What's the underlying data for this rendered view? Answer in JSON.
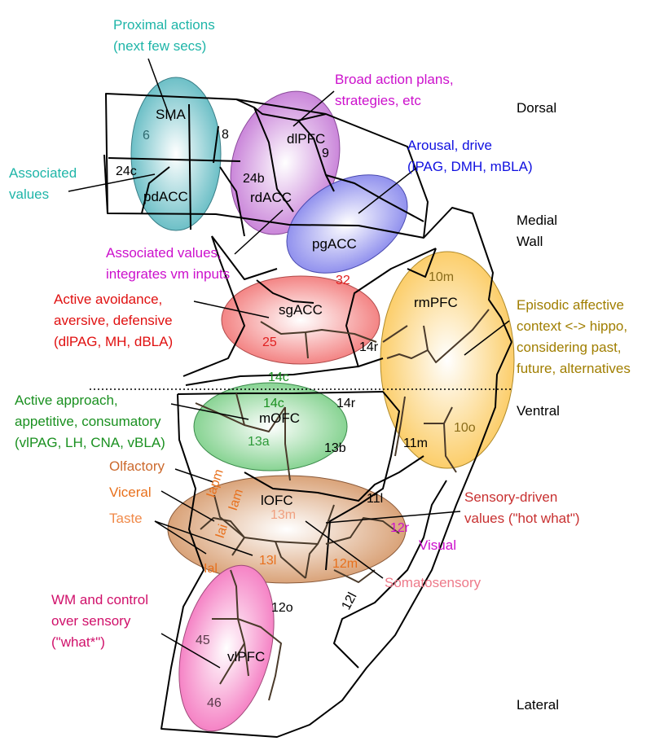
{
  "orientation": {
    "dorsal": "Dorsal",
    "medial_1": "Medial",
    "medial_2": "Wall",
    "ventral": "Ventral",
    "lateral": "Lateral"
  },
  "regions": {
    "sma": "SMA",
    "pdacc": "pdACC",
    "dlpfc": "dlPFC",
    "rdacc": "rdACC",
    "pgacc": "pgACC",
    "sgacc": "sgACC",
    "rmpfc": "rmPFC",
    "mofc": "mOFC",
    "lofc": "lOFC",
    "vlpfc": "vlPFC"
  },
  "areas": {
    "a6": "6",
    "a8": "8",
    "a24c": "24c",
    "a9": "9",
    "a24b": "24b",
    "a32": "32",
    "a10m": "10m",
    "a25": "25",
    "a14r_med": "14r",
    "a14c_med": "14c",
    "a14c_ven": "14c",
    "a14r_ven": "14r",
    "a13a": "13a",
    "a13b": "13b",
    "a11m": "11m",
    "a10o": "10o",
    "lapm": "Iapm",
    "lam": "Iam",
    "lai": "Iai",
    "a13m": "13m",
    "a11l": "11l",
    "a12r": "12r",
    "a13l": "13l",
    "a12m": "12m",
    "lal": "Ial",
    "a12o": "12o",
    "a12l": "12l",
    "a45": "45",
    "a46": "46"
  },
  "labels": {
    "proximal_1": "Proximal actions",
    "proximal_2": "(next few secs)",
    "assoc_1": "Associated",
    "assoc_2": "values",
    "broad_1": "Broad action plans,",
    "broad_2": "strategies, etc",
    "arousal_1": "Arousal, drive",
    "arousal_2": "(lPAG, DMH, mBLA)",
    "assoc_vm_1": "Associated values,",
    "assoc_vm_2": "integrates vm inputs",
    "avoid_1": "Active avoidance,",
    "avoid_2": "aversive, defensive",
    "avoid_3": "(dlPAG, MH, dBLA)",
    "episodic_1": "Episodic affective",
    "episodic_2": "context <-> hippo,",
    "episodic_3": "considering past,",
    "episodic_4": "future, alternatives",
    "approach_1": "Active approach,",
    "approach_2": "appetitive, consumatory",
    "approach_3": "(vlPAG, LH, CNA, vBLA)",
    "olfactory": "Olfactory",
    "visceral": "Viceral",
    "taste": "Taste",
    "sensory_1": "Sensory-driven",
    "sensory_2": "values (\"hot what\")",
    "visual": "Visual",
    "somato": "Somatosensory",
    "wm_1": "WM and control",
    "wm_2": "over sensory",
    "wm_3": "(\"what*\")"
  },
  "colors": {
    "teal": "#1fb5a8",
    "magenta": "#cc10cc",
    "blue": "#1010e0",
    "red": "#e01010",
    "gold": "#a07e00",
    "green": "#1a9020",
    "orange": "#e8701c",
    "brick": "#c83030",
    "pink": "#ee7a8a",
    "wm_pink": "#d0106a",
    "area_red": "#e02020",
    "area_brown": "#8a6c1a"
  }
}
